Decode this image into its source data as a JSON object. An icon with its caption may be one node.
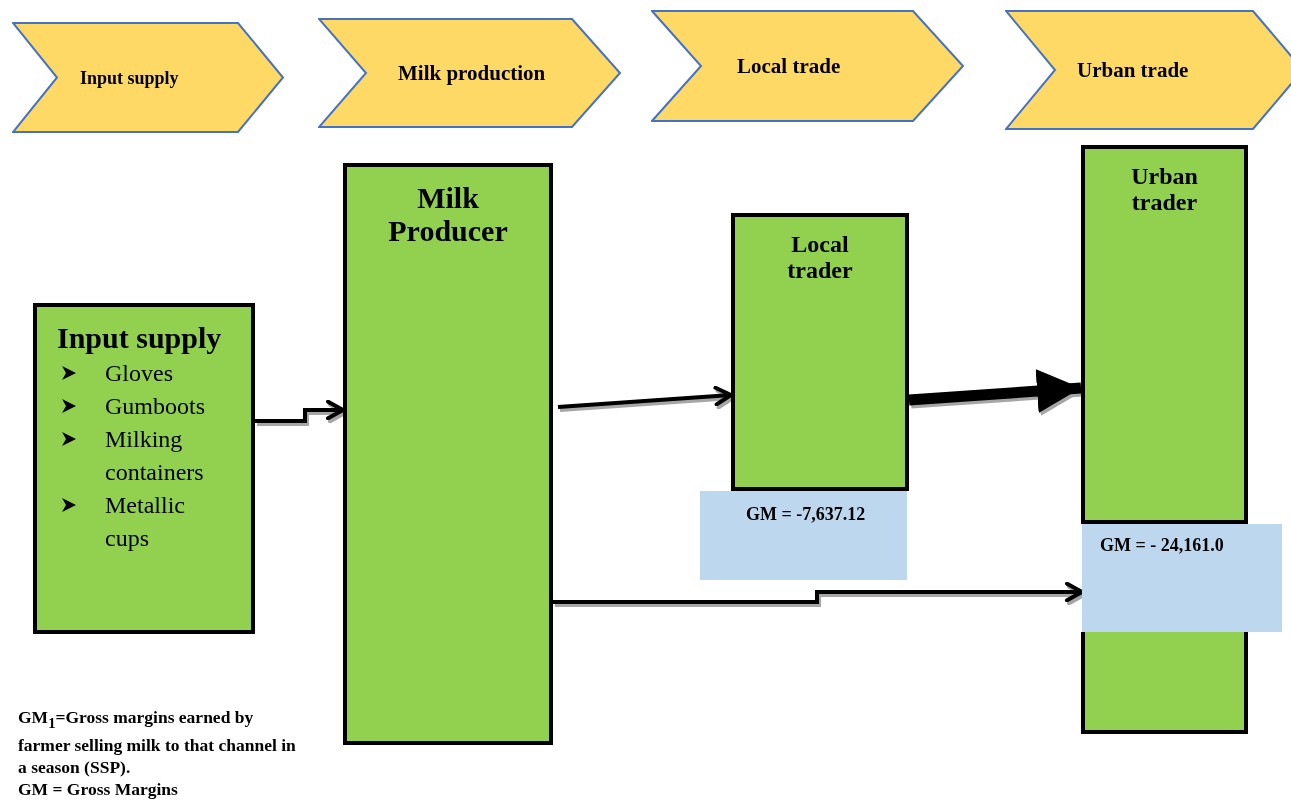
{
  "diagram": {
    "nodes": [
      {
        "text": [
          "Input supply"
        ]
      },
      {
        "text": [
          "Milk production"
        ]
      },
      {
        "text": [
          "Local trade"
        ]
      },
      {
        "text": [
          "Urban trade"
        ]
      },
      {
        "text": [
          "Input supply",
          "Gloves",
          "Gumboots",
          "Milking containers",
          "Metallic cups"
        ]
      },
      {
        "text": [
          "Milk Producer"
        ]
      },
      {
        "text": [
          "Local trader"
        ]
      },
      {
        "text": [
          "Urban trader"
        ]
      },
      {
        "text": [
          "GM = -7,637.12"
        ]
      },
      {
        "text": [
          "GM = - 24,161.0"
        ]
      }
    ],
    "edges": [
      {
        "from": 4,
        "to": 5,
        "arrow": "to"
      },
      {
        "from": 5,
        "to": 6,
        "arrow": "to"
      },
      {
        "from": 6,
        "to": 7,
        "arrow": "to",
        "style": "thick"
      },
      {
        "from": 5,
        "to": 9,
        "arrow": "to"
      }
    ],
    "labels": [
      "GM$_{1}$=Gross margins earned by farmer selling milk to that channel in a season (SSP).",
      "GM = Gross Margins"
    ]
  }
}
